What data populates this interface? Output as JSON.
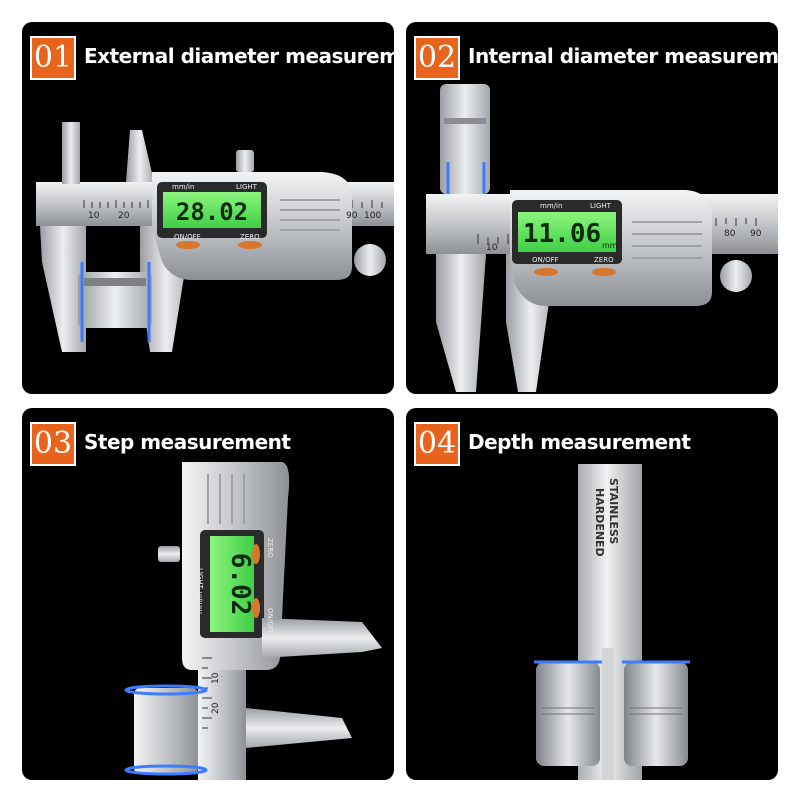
{
  "colors": {
    "badge": "#e8631c",
    "lcd": "#5ee85a",
    "metal": "#c9cbcd",
    "background": "#000000"
  },
  "panels": [
    {
      "number": "01",
      "title": "External diameter measurement",
      "display": {
        "reading": "28.02",
        "unit_toggle": "mm/in",
        "light": "LIGHT",
        "on_off": "ON/OFF",
        "zero": "ZERO"
      },
      "scale_marks": [
        "10",
        "20",
        "90",
        "100"
      ]
    },
    {
      "number": "02",
      "title": "Internal diameter measurement",
      "display": {
        "reading": "11.06",
        "unit": "mm",
        "unit_toggle": "mm/in",
        "light": "LIGHT",
        "on_off": "ON/OFF",
        "zero": "ZERO"
      },
      "scale_marks": [
        "10",
        "80",
        "90"
      ]
    },
    {
      "number": "03",
      "title": "Step measurement",
      "display": {
        "reading": "6.02",
        "unit_toggle": "mm/in",
        "light": "LIGHT",
        "on_off": "ON/OFF",
        "zero": "ZERO"
      },
      "scale_marks": [
        "10",
        "20"
      ]
    },
    {
      "number": "04",
      "title": "Depth measurement",
      "engraving": [
        "STAINLESS",
        "HARDENED"
      ]
    }
  ]
}
